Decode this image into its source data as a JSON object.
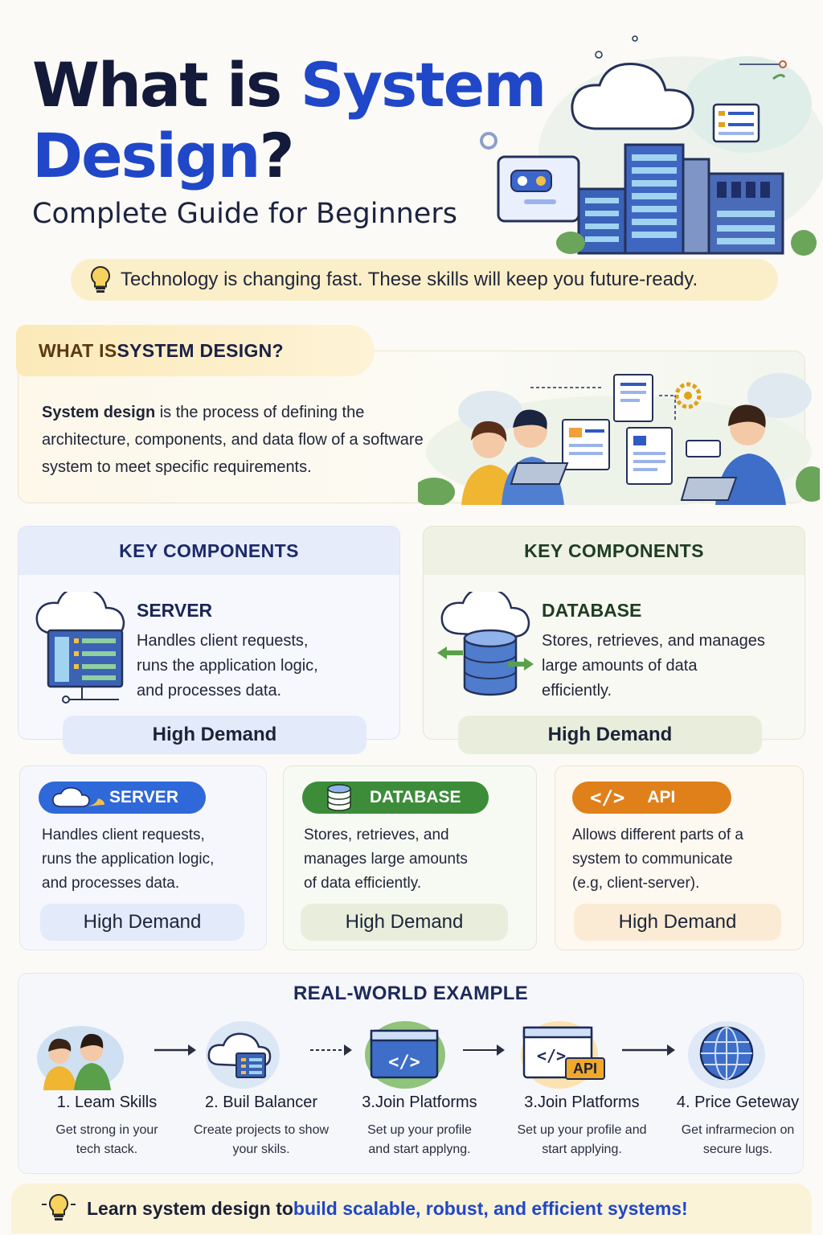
{
  "header": {
    "title_line1_dark": "What is ",
    "title_line1_blue": "System",
    "title_line2_blue": "Design",
    "title_line2_dark": "?",
    "subtitle": "Complete Guide for Beginners",
    "tagline": "Technology is changing fast. These skills will keep you future-ready."
  },
  "what_is": {
    "heading_part1": "WHAT IS ",
    "heading_part2": "SYSTEM DESIGN?",
    "bold_term": "System design",
    "description": " is the process of defining the architecture, components, and data flow of a software system to meet specific requirements."
  },
  "key_components": [
    {
      "header": "KEY COMPONENTS",
      "name": "SERVER",
      "description_lines": [
        "Handles client requests,",
        "runs the application logic,",
        "and processes data."
      ],
      "demand": "High Demand"
    },
    {
      "header": "KEY COMPONENTS",
      "name": "DATABASE",
      "description_lines": [
        "Stores, retrieves, and manages",
        "large amounts of data",
        "efficiently."
      ],
      "demand": "High Demand"
    }
  ],
  "small_cards": [
    {
      "label": "SERVER",
      "description_lines": [
        "Handles client requests,",
        "runs the application logic,",
        "and processes data."
      ],
      "demand": "High Demand",
      "color": "#2f68d8"
    },
    {
      "label": "DATABASE",
      "description_lines": [
        "Stores, retrieves, and",
        "manages large amounts",
        "of data efficiently."
      ],
      "demand": "High Demand",
      "color": "#3d8c3a"
    },
    {
      "label": "API",
      "icon_text": "</>",
      "description_lines": [
        "Allows different parts of a",
        "system to communicate",
        "(e.g, client-server)."
      ],
      "demand": "High Demand",
      "color": "#e0801a"
    }
  ],
  "real_world": {
    "title": "REAL-WORLD EXAMPLE",
    "steps": [
      {
        "name": "1. Leam Skills",
        "desc_lines": [
          "Get strong in your",
          "tech stack."
        ]
      },
      {
        "name": "2. Buil Balancer",
        "desc_lines": [
          "Create projects to show",
          "your skils."
        ]
      },
      {
        "name": "3.Join Platforms",
        "desc_lines": [
          "Set up your profile",
          "and start applyng."
        ],
        "icon_text": "</>"
      },
      {
        "name": "3.Join Platforms",
        "desc_lines": [
          "Set up your profile and",
          "start applying."
        ],
        "icon_text": "</>",
        "badge": "API"
      },
      {
        "name": "4. Price Geteway",
        "desc_lines": [
          "Get infrarmecion on",
          "secure lugs."
        ]
      }
    ]
  },
  "footer": {
    "part1": "Learn system design to ",
    "part2": "build scalable, robust, and efficient systems!"
  }
}
